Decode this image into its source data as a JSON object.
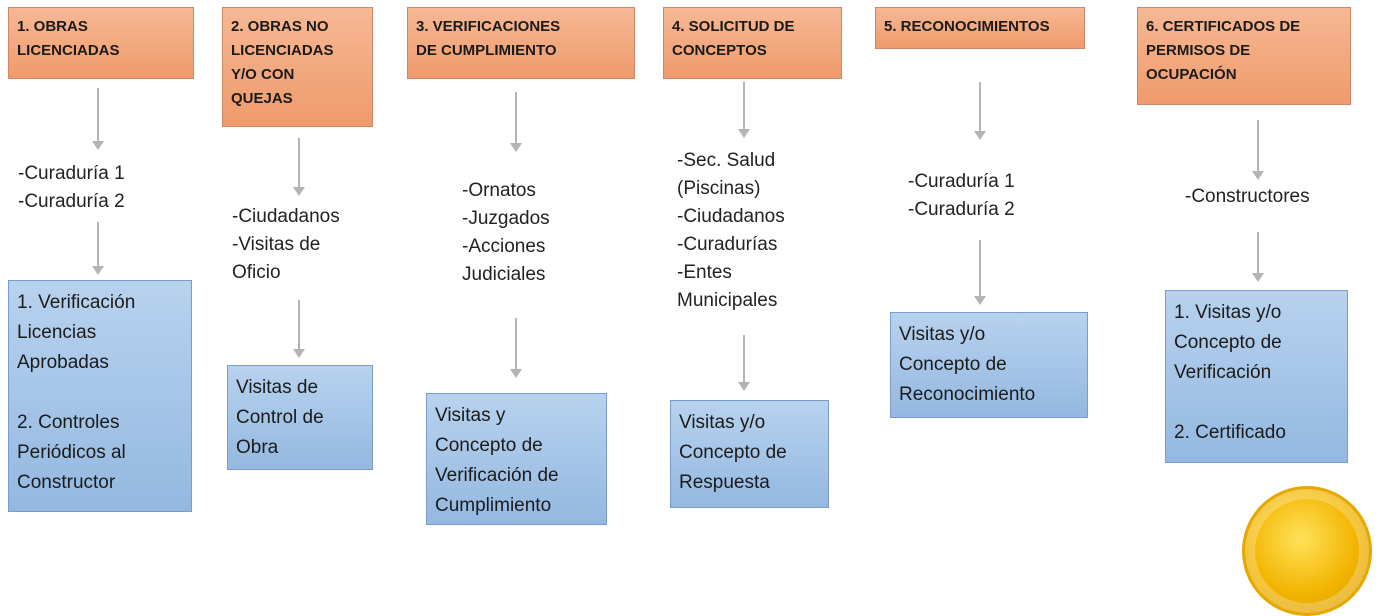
{
  "columns": [
    {
      "header": "1. OBRAS\nLICENCIADAS",
      "sources": "-Curaduría 1\n-Curaduría 2",
      "result": "1. Verificación\nLicencias\nAprobadas\n\n2. Controles\nPeriódicos al\nConstructor"
    },
    {
      "header": "2. OBRAS NO\nLICENCIADAS\nY/O CON\nQUEJAS",
      "sources": "-Ciudadanos\n-Visitas de\nOficio",
      "result": "Visitas de\nControl de\nObra"
    },
    {
      "header": "3. VERIFICACIONES\nDE CUMPLIMIENTO",
      "sources": "-Ornatos\n-Juzgados\n-Acciones\nJudiciales",
      "result": "Visitas y\nConcepto de\nVerificación de\nCumplimiento"
    },
    {
      "header": "4. SOLICITUD DE\nCONCEPTOS",
      "sources": "-Sec. Salud\n(Piscinas)\n-Ciudadanos\n-Curadurías\n-Entes\nMunicipales",
      "result": "Visitas y/o\nConcepto de\nRespuesta"
    },
    {
      "header": "5. RECONOCIMIENTOS",
      "sources": "-Curaduría 1\n-Curaduría 2",
      "result": "Visitas y/o\nConcepto de\nReconocimiento"
    },
    {
      "header": "6. CERTIFICADOS DE\nPERMISOS DE\nOCUPACIÓN",
      "sources": "-Constructores",
      "result": "1. Visitas y/o\nConcepto de\nVerificación\n\n2. Certificado"
    }
  ],
  "colors": {
    "header_fill": "#f4ab82",
    "result_fill": "#a9c6ea",
    "arrow": "#b4b4b4",
    "seal": "#f2b400"
  }
}
